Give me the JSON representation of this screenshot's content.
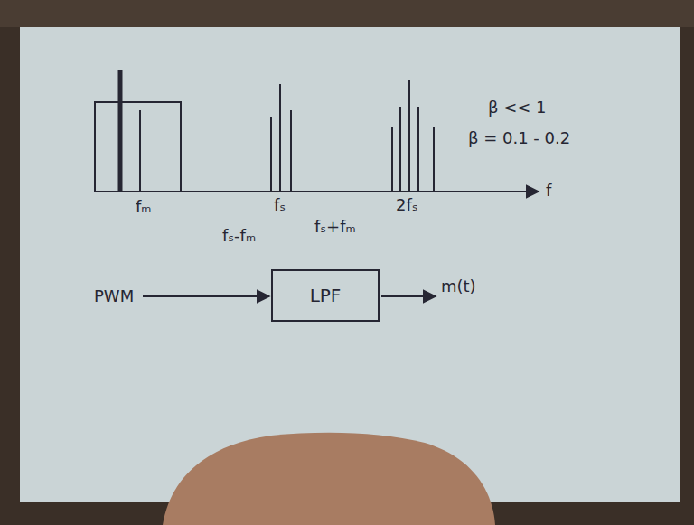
{
  "diagram": {
    "nodes": [
      {
        "text": [
          "LPF"
        ]
      }
    ],
    "labels": [
      "fₘ",
      "fₛ",
      "fₛ+fₘ",
      "2fₛ",
      "f",
      "fₛ-fₘ",
      "β << 1",
      "β = 0.1 - 0.2",
      "PWM",
      "m(t)"
    ]
  }
}
